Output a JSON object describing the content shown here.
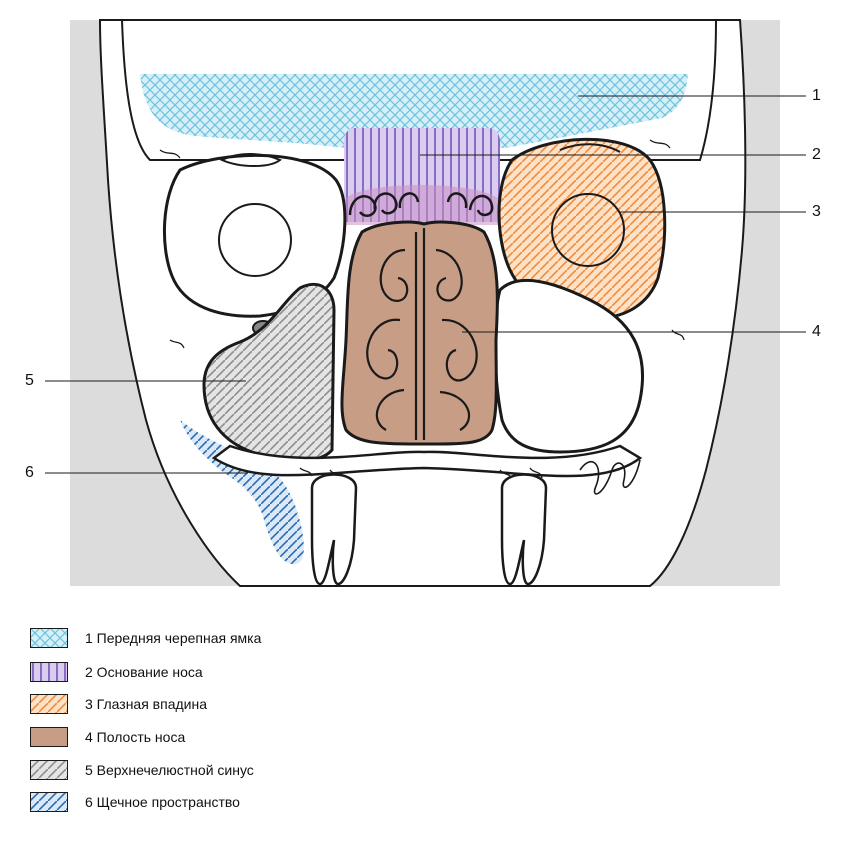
{
  "callouts": {
    "c1": "1",
    "c2": "2",
    "c3": "3",
    "c4": "4",
    "c5": "5",
    "c6": "6"
  },
  "legend": [
    {
      "label": "1 Передняя черепная ямка",
      "pattern": "crosshatch",
      "color": "#6cc3e0"
    },
    {
      "label": "2 Основание носа",
      "pattern": "vertical-lines",
      "color": "#8a6bc4"
    },
    {
      "label": "3 Глазная впадина",
      "pattern": "diagonal",
      "color": "#f08a3c"
    },
    {
      "label": "4 Полость носа",
      "pattern": "solid",
      "color": "#c79d86"
    },
    {
      "label": "5 Верхнечелюстной синус",
      "pattern": "diagonal",
      "color": "#8d8d8d"
    },
    {
      "label": "6 Щечное пространство",
      "pattern": "diagonal",
      "color": "#2c6bb3"
    }
  ],
  "colors": {
    "panel_gray": "#dcdcdc",
    "bone_outline": "#1a1a1a"
  }
}
